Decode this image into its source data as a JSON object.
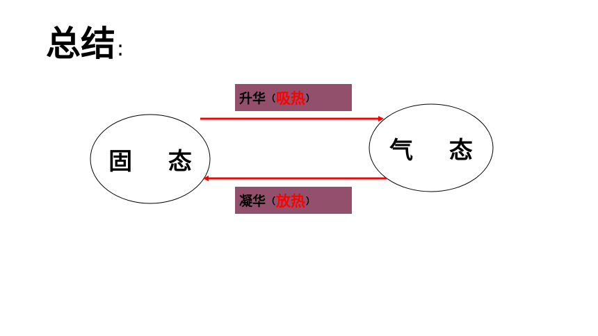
{
  "title": "总结",
  "title_colon": ":",
  "solid_state": "固 态",
  "gas_state": "气 态",
  "upper_process": {
    "name": "升华",
    "open_paren": "（",
    "heat": "吸热",
    "close_paren": "）"
  },
  "lower_process": {
    "name": "凝华",
    "open_paren": "（",
    "heat": "放热",
    "close_paren": "）"
  },
  "colors": {
    "arrow": "#ff0000",
    "label_background": "#93506c",
    "heat_text": "#ff0000"
  }
}
